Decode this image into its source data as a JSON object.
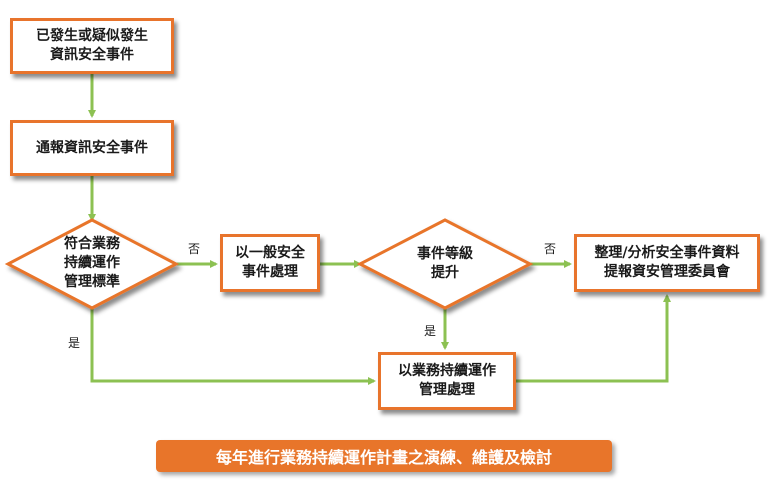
{
  "nodes": {
    "incident_occurred": "已發生或疑似發生\n資訊安全事件",
    "report_incident": "通報資訊安全事件",
    "meets_bcm_criteria": "符合業務\n持續運作\n管理標準",
    "general_handling": "以一般安全\n事件處理",
    "escalate_level": "事件等級\n提升",
    "analyze_report": "整理/分析安全事件資料\n提報資安管理委員會",
    "bcm_handling": "以業務持續運作\n管理處理"
  },
  "labels": {
    "no_1": "否",
    "no_2": "否",
    "yes_1": "是",
    "yes_2": "是"
  },
  "banner": "每年進行業務持續運作計畫之演練、維護及檢討",
  "colors": {
    "box_border": "#e8742c",
    "arrow": "#8cc152",
    "banner_bg": "#e8752a",
    "banner_text": "#ffffff"
  }
}
